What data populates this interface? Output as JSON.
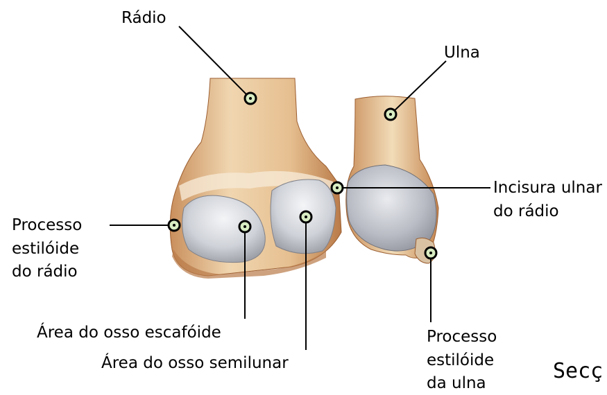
{
  "labels": {
    "radius": "Rádio",
    "ulna": "Ulna",
    "ulnar_notch_line1": "Incisura ulnar",
    "ulnar_notch_line2": "do rádio",
    "radial_styloid_line1": "Processo",
    "radial_styloid_line2": "estilóide",
    "radial_styloid_line3": "do rádio",
    "scaphoid_area": "Área do osso escafóide",
    "lunate_area": "Área do osso semilunar",
    "ulnar_styloid_line1": "Processo",
    "ulnar_styloid_line2": "estilóide",
    "ulnar_styloid_line3": "da ulna",
    "cut_text": "Secç"
  },
  "colors": {
    "bone_light": "#ead0a8",
    "bone_mid": "#d9a673",
    "bone_dark": "#a8683a",
    "cartilage": "#c9ccd3",
    "cartilage_light": "#eef0f3",
    "marker_fill": "#d8ecc2"
  }
}
